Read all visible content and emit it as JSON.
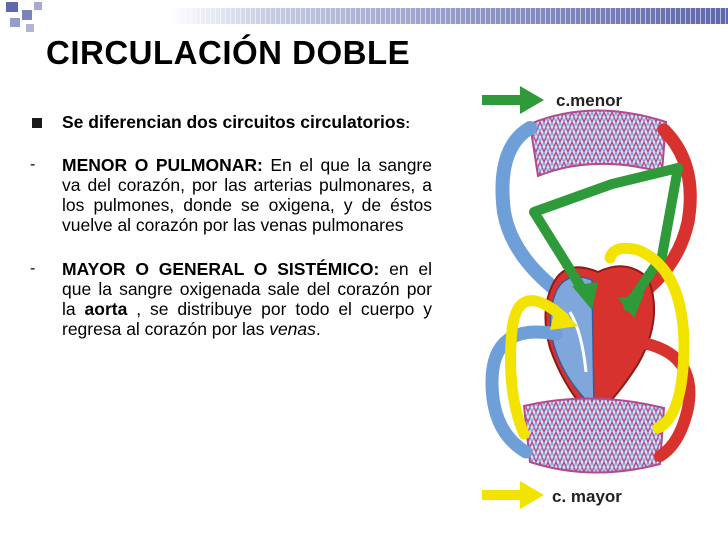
{
  "slide": {
    "title": "CIRCULACIÓN DOBLE",
    "intro": {
      "text": "Se  diferencian dos circuitos circulatorios",
      "colon": ":"
    },
    "menor": {
      "heading": "MENOR O PULMONAR:",
      "body": " En el que la sangre va del corazón, por las arterias pulmonares, a los pulmones, donde se oxigena, y de éstos vuelve al corazón por las venas pulmonares"
    },
    "mayor": {
      "heading": "MAYOR O GENERAL O SISTÉMICO:",
      "body1": " en el que la sangre oxigenada sale del corazón por la ",
      "aorta": "aorta",
      "body2": " , se distribuye por todo el cuerpo y regresa al corazón por las ",
      "venas": "venas",
      "end": "."
    },
    "dash_marker": "-"
  },
  "diagram": {
    "label_menor": "c.menor",
    "label_mayor": "c. mayor",
    "colors": {
      "green": "#2e9a3a",
      "yellow": "#f2e400",
      "blue": "#6f9fd8",
      "red": "#d8322e",
      "purple": "#b44a8e"
    }
  }
}
